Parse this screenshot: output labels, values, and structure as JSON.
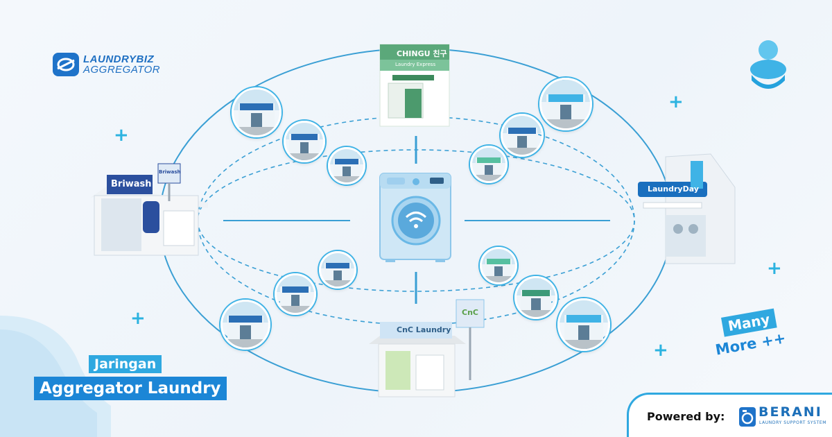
{
  "logo": {
    "line1": "LAUNDRYBIZ",
    "line2": "AGGREGATOR"
  },
  "title": {
    "line1": "Jaringan",
    "line2": "Aggregator Laundry"
  },
  "many_more": {
    "line1": "Many",
    "line2": "More ++"
  },
  "powered": {
    "label": "Powered by:",
    "brand": "BERANI",
    "brand_sub": "LAUNDRY SUPPORT SYSTEM"
  },
  "stores": {
    "top": {
      "sign": "CHINGU 친구",
      "sub": "Laundry Express"
    },
    "left": {
      "sign": "Briwash",
      "side": "Briwash"
    },
    "right": {
      "sign": "LaundryDay"
    },
    "bottom": {
      "sign": "CnC Laundry",
      "pole": "CnC"
    }
  },
  "plus_symbol": "+",
  "colors": {
    "accent": "#2fa8e0",
    "brand": "#1c86d6",
    "line": "#3a9fd4"
  }
}
